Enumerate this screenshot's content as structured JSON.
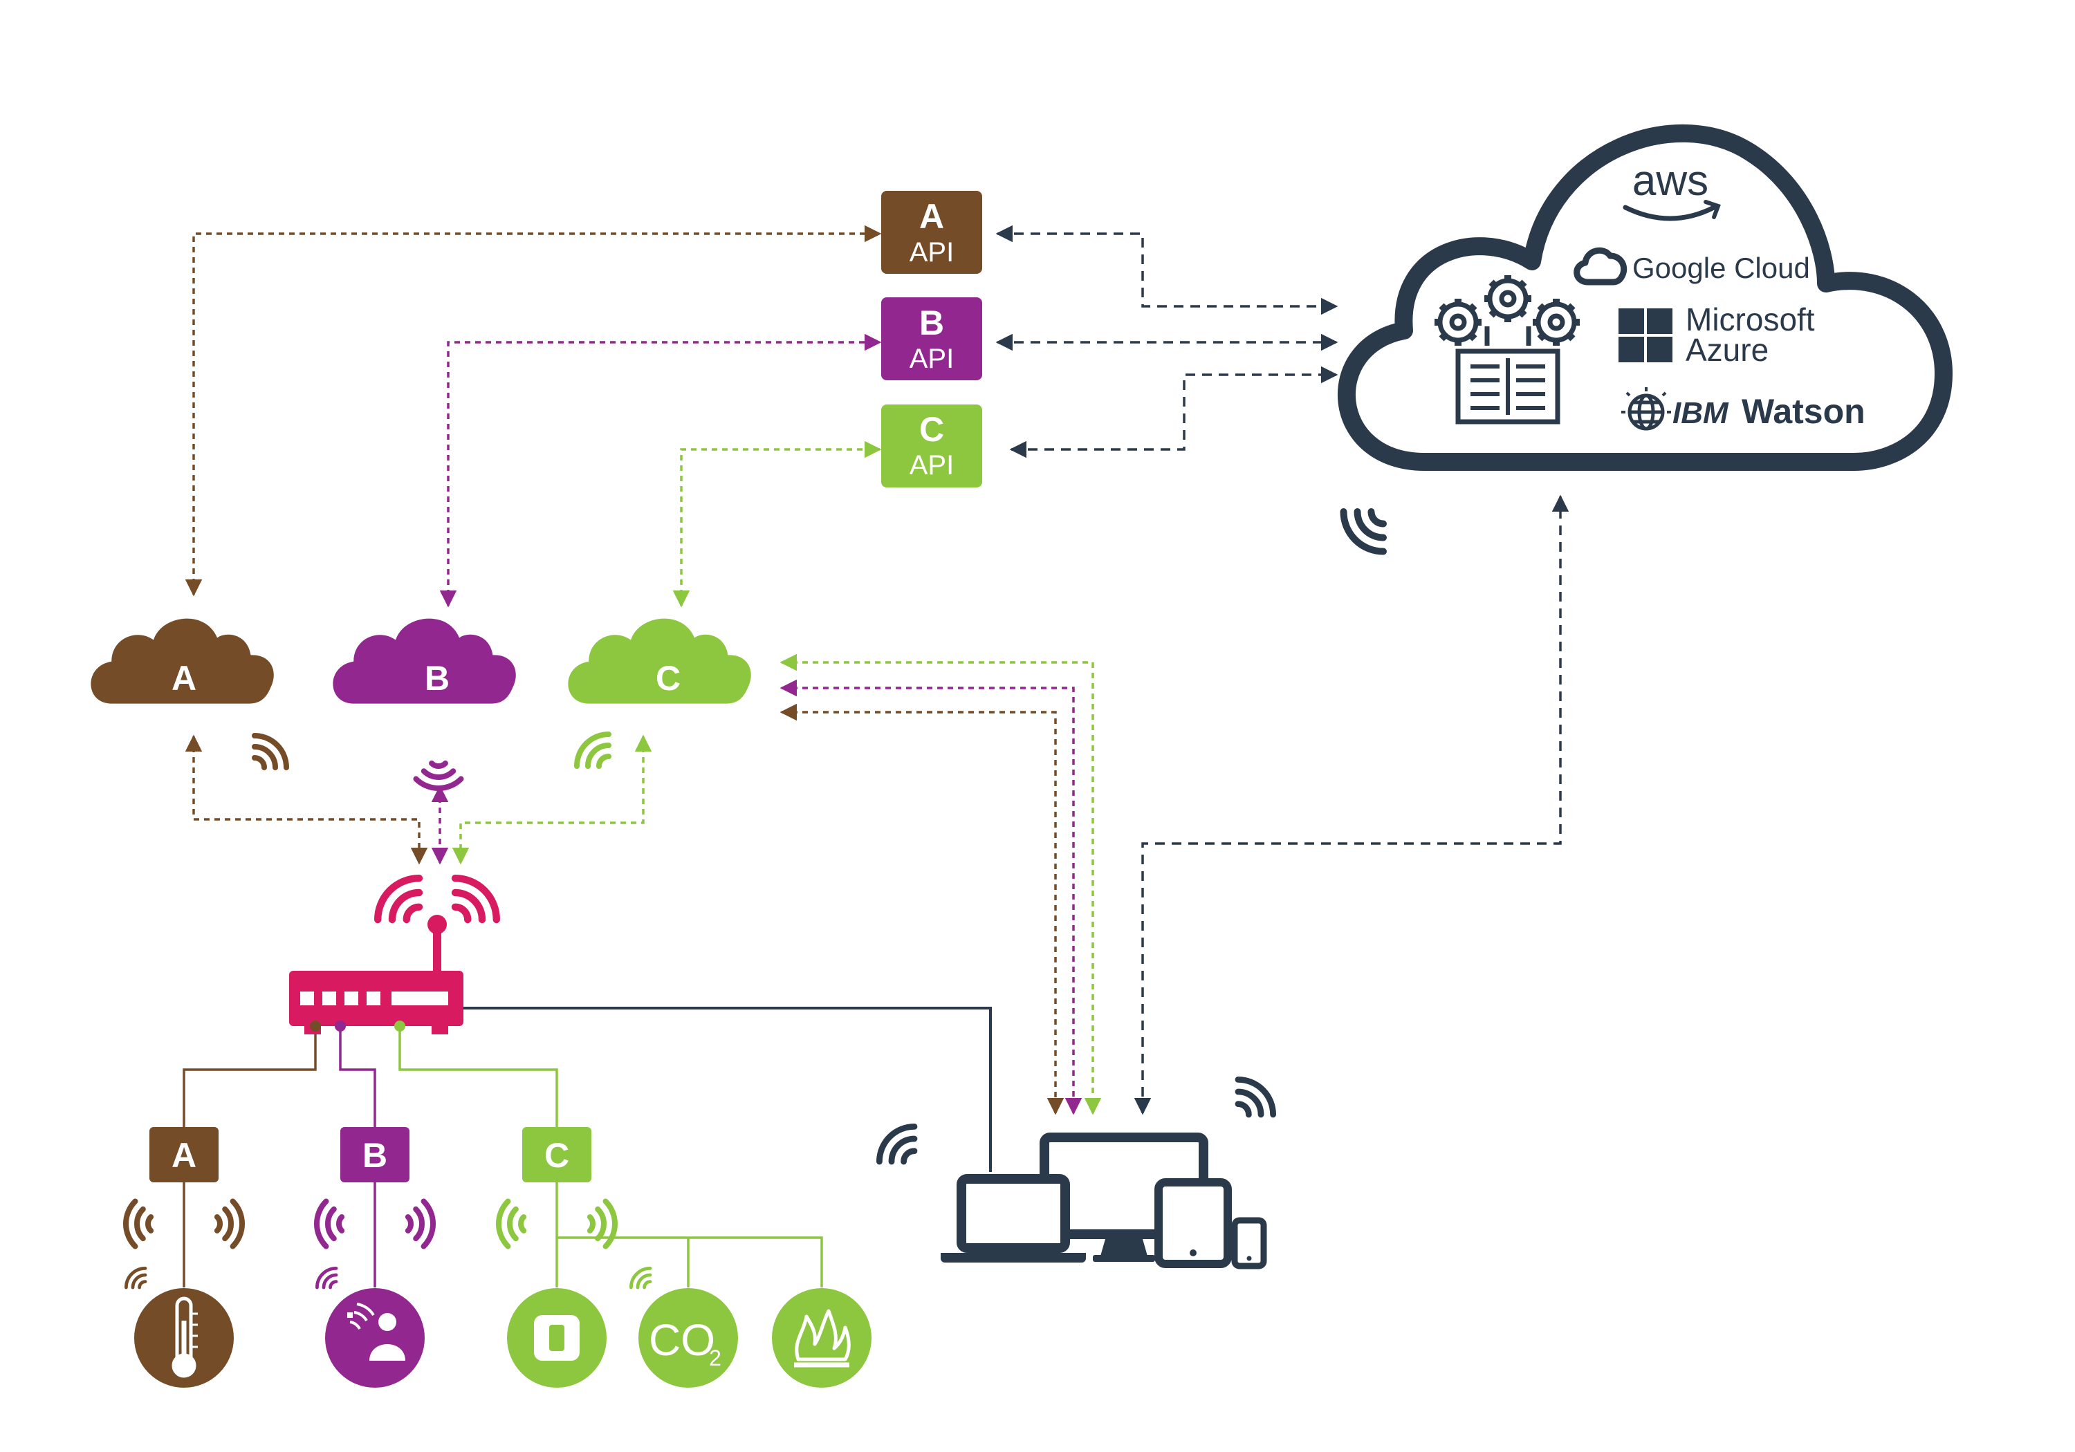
{
  "colors": {
    "brown": "#754C28",
    "purple": "#92278F",
    "green": "#8DC63F",
    "navy": "#2B3A4A",
    "router": "#D81B60",
    "white": "#FFFFFF"
  },
  "apis": [
    {
      "letter": "A",
      "label": "API"
    },
    {
      "letter": "B",
      "label": "API"
    },
    {
      "letter": "C",
      "label": "API"
    }
  ],
  "vendor_clouds": [
    {
      "letter": "A"
    },
    {
      "letter": "B"
    },
    {
      "letter": "C"
    }
  ],
  "gateways": [
    {
      "letter": "A"
    },
    {
      "letter": "B"
    },
    {
      "letter": "C"
    }
  ],
  "main_cloud": {
    "providers": [
      {
        "name": "aws",
        "icon": "amazon-smile-icon"
      },
      {
        "name": "Google Cloud",
        "icon": "google-cloud-icon"
      },
      {
        "line1": "Microsoft",
        "line2": "Azure",
        "icon": "windows-grid-icon"
      },
      {
        "brand": "IBM",
        "name": "Watson",
        "icon": "globe-icon"
      }
    ]
  },
  "sensors": [
    {
      "type": "temperature",
      "icon": "thermometer-icon"
    },
    {
      "type": "presence",
      "icon": "person-motion-icon"
    },
    {
      "type": "door",
      "icon": "door-contact-icon"
    },
    {
      "type": "co2",
      "main": "CO",
      "sub": "2",
      "icon": "co2-icon"
    },
    {
      "type": "fire",
      "icon": "flame-icon"
    }
  ]
}
